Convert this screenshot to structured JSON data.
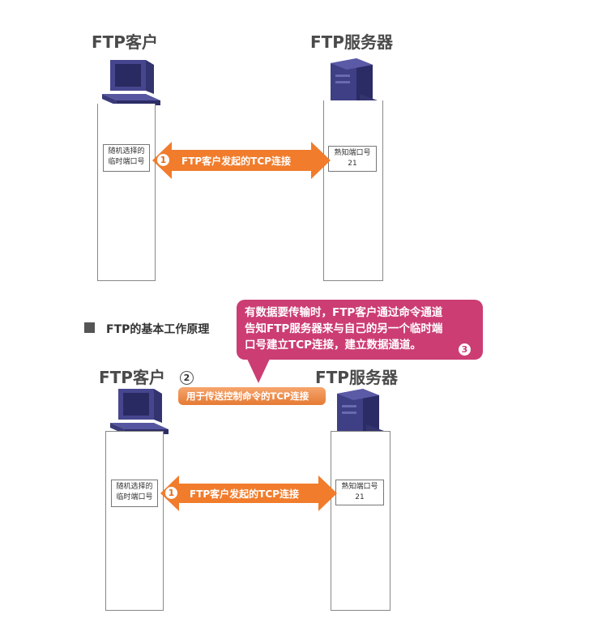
{
  "top": {
    "client_title": "FTP客户",
    "server_title": "FTP服务器",
    "client_port": [
      "随机选择的",
      "临时端口号"
    ],
    "server_port": [
      "熟知端口号",
      "21"
    ],
    "arrow_label": "FTP客户发起的TCP连接",
    "arrow_num": "1"
  },
  "section_title": "FTP的基本工作原理",
  "bottom": {
    "client_title": "FTP客户",
    "server_title": "FTP服务器",
    "client_port": [
      "随机选择的",
      "临时端口号"
    ],
    "server_port": [
      "熟知端口号",
      "21"
    ],
    "arrow_label": "FTP客户发起的TCP连接",
    "arrow_num": "1",
    "control_label": "用于传送控制命令的TCP连接",
    "control_num": "2",
    "callout_lines": [
      "有数据要传输时，FTP客户通过命令通道",
      "告知FTP服务器来与自己的另一个临时端",
      "口号建立TCP连接，建立数据通道。"
    ],
    "callout_num": "3"
  },
  "colors": {
    "arrow": "#f07c2c",
    "callout": "#cc3d74",
    "device": "#3c3c8c"
  }
}
